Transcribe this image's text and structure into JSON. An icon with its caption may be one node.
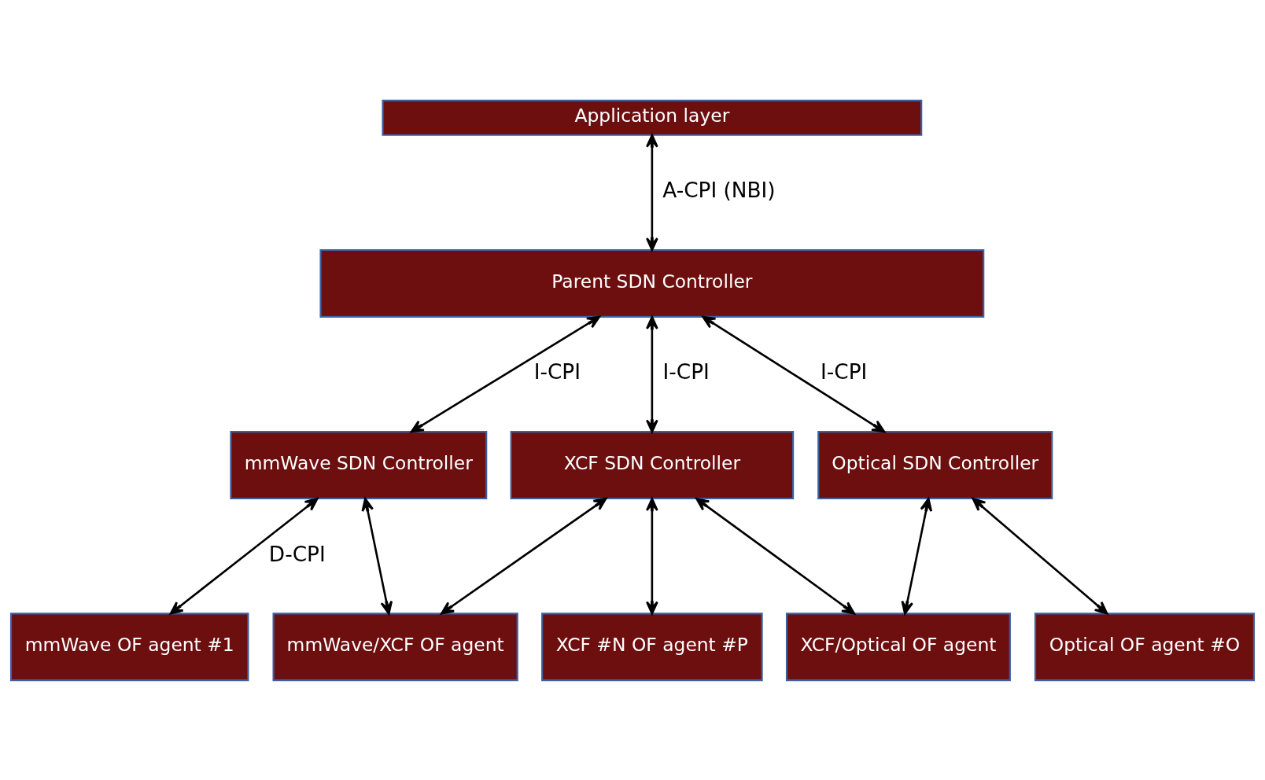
{
  "diagram": {
    "nodes": [
      {
        "text": [
          "Application layer"
        ]
      },
      {
        "text": [
          "Parent SDN Controller"
        ]
      },
      {
        "text": [
          "mmWave SDN Controller"
        ]
      },
      {
        "text": [
          "XCF SDN Controller"
        ]
      },
      {
        "text": [
          "Optical SDN Controller"
        ]
      },
      {
        "text": [
          "mmWave OF agent #1"
        ]
      },
      {
        "text": [
          "mmWave/XCF OF agent"
        ]
      },
      {
        "text": [
          "XCF #N OF agent #P"
        ]
      },
      {
        "text": [
          "XCF/Optical OF agent"
        ]
      },
      {
        "text": [
          "Optical OF agent #O"
        ]
      }
    ],
    "edges": [
      {
        "from": 0,
        "to": 1,
        "arrow": "both",
        "label": "A-CPI (NBI)"
      },
      {
        "from": 1,
        "to": 2,
        "arrow": "both",
        "label": "I-CPI"
      },
      {
        "from": 1,
        "to": 3,
        "arrow": "both",
        "label": "I-CPI"
      },
      {
        "from": 1,
        "to": 4,
        "arrow": "both",
        "label": "I-CPI"
      },
      {
        "from": 2,
        "to": 5,
        "arrow": "both",
        "label": "D-CPI"
      },
      {
        "from": 2,
        "to": 6,
        "arrow": "both"
      },
      {
        "from": 3,
        "to": 6,
        "arrow": "both"
      },
      {
        "from": 3,
        "to": 7,
        "arrow": "both"
      },
      {
        "from": 3,
        "to": 8,
        "arrow": "both"
      },
      {
        "from": 4,
        "to": 8,
        "arrow": "both"
      },
      {
        "from": 4,
        "to": 9,
        "arrow": "both"
      }
    ]
  }
}
